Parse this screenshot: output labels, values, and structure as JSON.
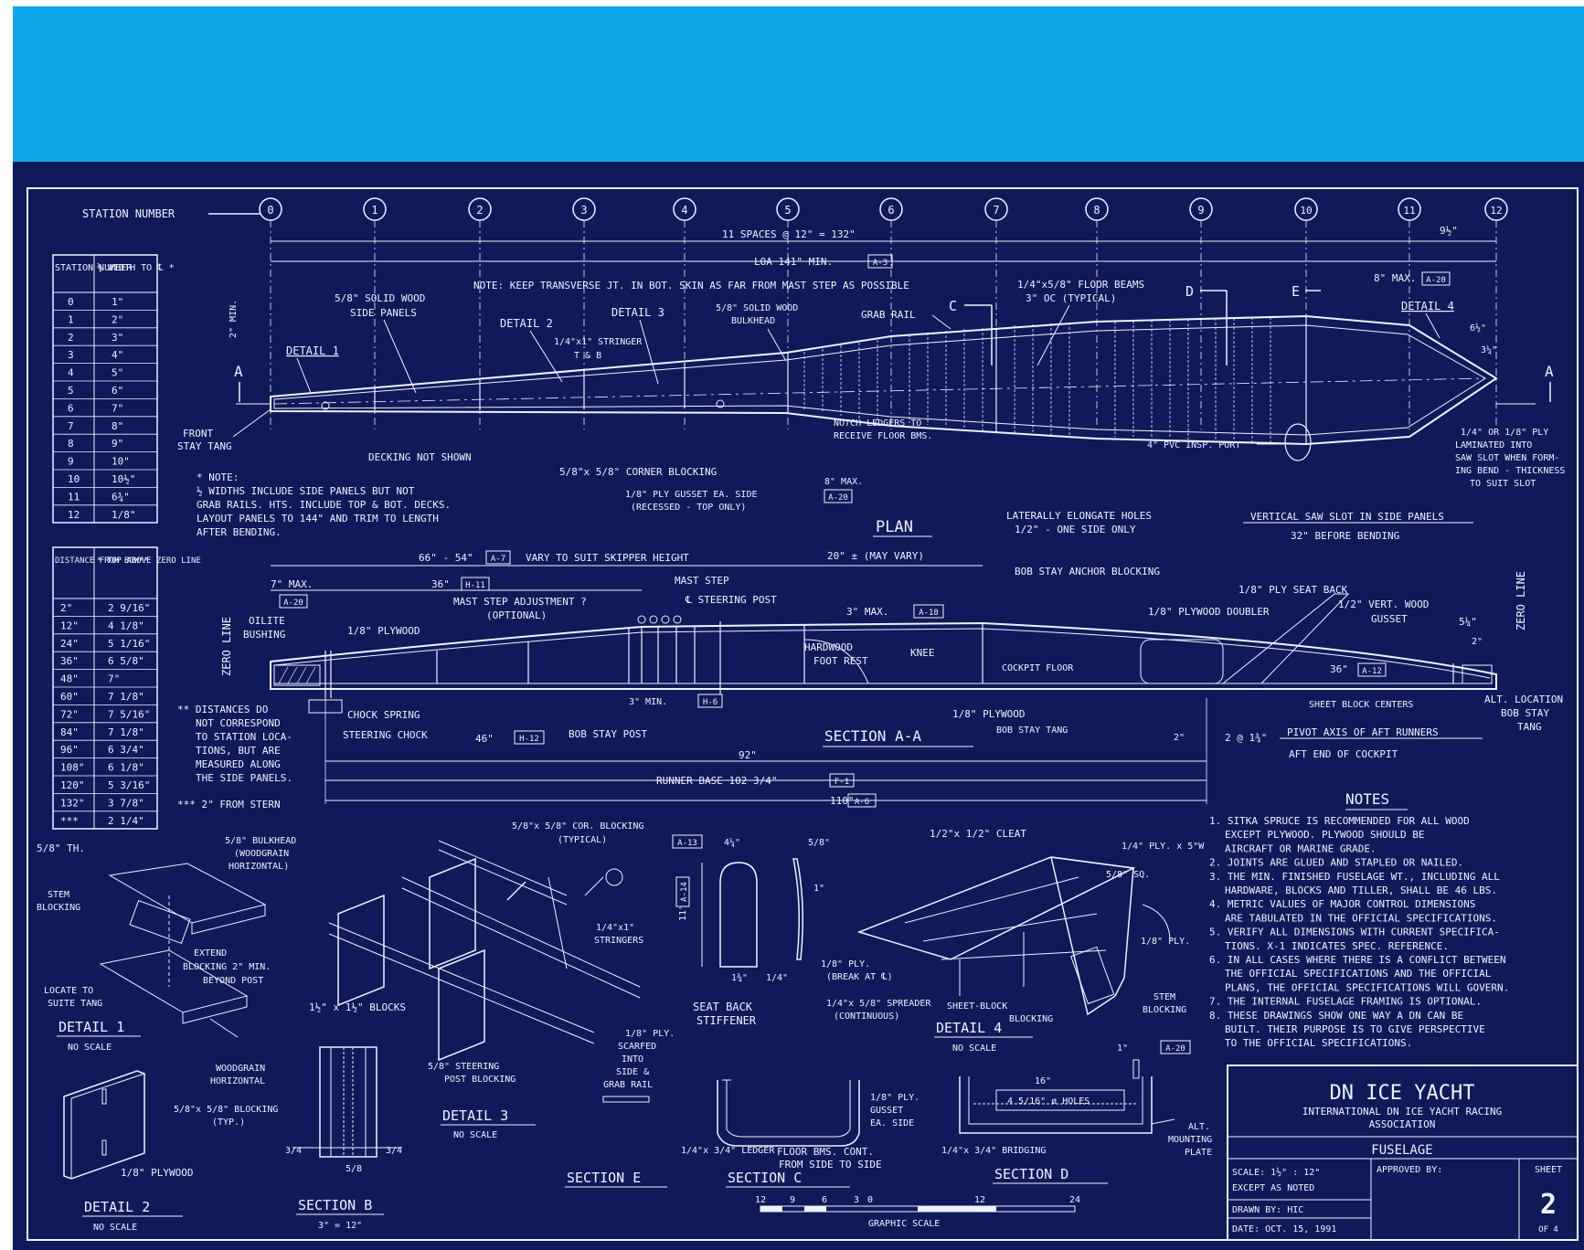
{
  "colors": {
    "banner": "#0ea6e8",
    "blueprint": "#0f1a5a",
    "ink": "#eef3ff"
  },
  "labels": {
    "station_number": "STATION NUMBER",
    "spaces": "11 SPACES @ 12\" = 132\"",
    "loa": "LOA  141\" MIN.",
    "loa_ref": "A-3",
    "nine_half": "9½\"",
    "two_min": "2\" MIN.",
    "transverse_note": "NOTE: KEEP TRANSVERSE JT. IN BOT. SKIN AS FAR FROM MAST STEP AS POSSIBLE",
    "solid_side_1": "5/8\" SOLID WOOD",
    "solid_side_2": "SIDE PANELS",
    "detail_1_call": "DETAIL 1",
    "detail_2_call": "DETAIL 2",
    "detail_3_call": "DETAIL 3",
    "detail_4_call": "DETAIL 4",
    "stringer_1": "1/4\"x1\" STRINGER",
    "stringer_2": "T & B",
    "bulkhead_1": "5/8\" SOLID WOOD",
    "bulkhead_2": "BULKHEAD",
    "grab_rail": "GRAB RAIL",
    "floor_beams_1": "1/4\"x5/8\" FLOOR BEAMS",
    "floor_beams_2": "3\" OC (TYPICAL)",
    "section_c": "C",
    "section_d": "D",
    "section_e": "E",
    "eight_max": "8\" MAX.",
    "eight_max_ref": "A-20",
    "six_half": "6½\"",
    "three_quarter": "3¼\"",
    "a_left": "A",
    "a_right": "A",
    "front_stay_1": "FRONT",
    "front_stay_2": "STAY TANG",
    "decking_not_shown": "DECKING NOT SHOWN",
    "notch_1": "NOTCH LEDGERS TO",
    "notch_2": "RECEIVE FLOOR BMS.",
    "pvc_port": "4\" PVC INSP. PORT",
    "ply_laminated_1": "1/4\" OR 1/8\" PLY",
    "ply_laminated_2": "LAMINATED INTO",
    "ply_laminated_3": "SAW SLOT WHEN FORM-",
    "ply_laminated_4": "ING BEND - THICKNESS",
    "ply_laminated_5": "TO SUIT SLOT",
    "corner_blocking": "5/8\"x 5/8\" CORNER BLOCKING",
    "gusset_1": "1/8\" PLY GUSSET EA. SIDE",
    "gusset_2": "(RECESSED - TOP ONLY)",
    "eight_max_2": "8\" MAX.",
    "eight_max_2_ref": "A-20",
    "plan": "PLAN",
    "holes_1": "LATERALLY ELONGATE HOLES",
    "holes_2": "1/2\" - ONE SIDE ONLY",
    "saw_slot": "VERTICAL SAW SLOT IN SIDE PANELS",
    "before_bending": "32\" BEFORE BENDING",
    "widths_note_1": "* NOTE:",
    "widths_note_2": "½ WIDTHS INCLUDE SIDE PANELS BUT NOT",
    "widths_note_3": "GRAB RAILS.  HTS. INCLUDE TOP & BOT. DECKS.",
    "widths_note_4": "LAYOUT PANELS TO 144\" AND TRIM TO LENGTH",
    "widths_note_5": "AFTER BENDING.",
    "dim_66": "66\" - 54\"",
    "dim_66_ref": "A-7",
    "vary_skipper": "VARY TO SUIT SKIPPER HEIGHT",
    "dim_20": "20\" ± (MAY VARY)",
    "bob_anchor": "BOB STAY ANCHOR BLOCKING",
    "seven_max": "7\" MAX.",
    "seven_max_ref": "A-20",
    "thirty_six": "36\"",
    "thirty_six_ref": "H-11",
    "mast_step": "MAST STEP",
    "mast_adj_1": "MAST STEP ADJUSTMENT ?",
    "mast_adj_2": "(OPTIONAL)",
    "steering_post": "℄ STEERING POST",
    "three_max": "3\" MAX.",
    "three_max_ref": "A-18",
    "ply_seat_back": "1/8\" PLY SEAT BACK",
    "ply_doubler": "1/8\" PLYWOOD DOUBLER",
    "vert_gusset_1": "1/2\" VERT. WOOD",
    "vert_gusset_2": "GUSSET",
    "five_quarter": "5¼\"",
    "zero_line_l": "ZERO LINE",
    "zero_line_r": "ZERO LINE",
    "oilite_1": "OILITE",
    "oilite_2": "BUSHING",
    "plywood_eighth": "1/8\" PLYWOOD",
    "hardwood_1": "HARDWOOD",
    "hardwood_2": "FOOT REST",
    "knee": "KNEE",
    "cockpit_floor": "COCKPIT FLOOR",
    "thirty_six_b": "36\"",
    "thirty_six_b_ref": "A-12",
    "three_min": "3\" MIN.",
    "three_min_ref": "H-6",
    "sheet_block_centers": "SHEET BLOCK CENTERS",
    "alt_location_1": "ALT. LOCATION",
    "alt_location_2": "BOB STAY",
    "alt_location_3": "TANG",
    "chock_spring": "CHOCK SPRING",
    "steering_chock": "STEERING CHOCK",
    "fortysix": "46\"",
    "fortysix_ref": "H-12",
    "bob_stay_post": "BOB STAY POST",
    "section_aa": "SECTION   A-A",
    "plywood_eighth_2": "1/8\" PLYWOOD",
    "bob_stay_tang": "BOB STAY TANG",
    "two_in": "2\"",
    "two_at": "2 @ 1¾\"",
    "pivot_axis": "PIVOT AXIS OF AFT RUNNERS",
    "aft_end": "AFT END OF COCKPIT",
    "ninety_two": "92\"",
    "runner_base": "RUNNER BASE 102 3/4\"",
    "runner_base_ref": "F-1",
    "one_ten": "110\"",
    "one_ten_ref": "A-6",
    "distances_1": "** DISTANCES DO",
    "distances_2": "NOT CORRESPOND",
    "distances_3": "TO STATION LOCA-",
    "distances_4": "TIONS, BUT ARE",
    "distances_5": "MEASURED ALONG",
    "distances_6": "THE SIDE PANELS.",
    "distances_7": "*** 2\" FROM STERN",
    "d1_5_8": "5/8\" TH.",
    "d1_stem": "STEM",
    "d1_blocking": "BLOCKING",
    "d1_extend_1": "EXTEND",
    "d1_extend_2": "BLOCKING  2\" MIN.",
    "d1_extend_3": "BEYOND POST",
    "d1_locate_1": "LOCATE TO",
    "d1_locate_2": "SUITE TANG",
    "d1_title": "DETAIL 1",
    "d1_noscale": "NO SCALE",
    "d2_blocking_1": "5/8\"x 5/8\" BLOCKING",
    "d2_blocking_2": "(TYP.)",
    "d2_plywood": "1/8\" PLYWOOD",
    "d2_title": "DETAIL  2",
    "d2_noscale": "NO SCALE",
    "sb_bulkhead_1": "5/8\" BULKHEAD",
    "sb_bulkhead_2": "(WOODGRAIN",
    "sb_bulkhead_3": "HORIZONTAL)",
    "sb_blocks": "1½\" x 1½\" BLOCKS",
    "sb_woodgrain_1": "WOODGRAIN",
    "sb_woodgrain_2": "HORIZONTAL",
    "sb_3_4_l": "3/4",
    "sb_5_8": "5/8",
    "sb_3_4_r": "3/4",
    "sb_title": "SECTION  B",
    "sb_scale": "3\" = 12\"",
    "d3_cor_1": "5/8\"x 5/8\" COR. BLOCKING",
    "d3_cor_2": "(TYPICAL)",
    "d3_stringers_1": "1/4\"x1\"",
    "d3_stringers_2": "STRINGERS",
    "d3_steering_1": "5/8\" STEERING",
    "d3_steering_2": "POST BLOCKING",
    "d3_title": "DETAIL  3",
    "d3_noscale": "NO SCALE",
    "d3_ply_1": "1/8\" PLY.",
    "d3_ply_2": "SCARFED",
    "d3_ply_3": "INTO",
    "d3_ply_4": "SIDE &",
    "d3_ply_5": "GRAB RAIL",
    "se_a13": "A-13",
    "se_41_4": "4¼\"",
    "se_5_8": "5/8\"",
    "se_a14": "A-14",
    "se_11": "11\"",
    "se_1": "1\"",
    "se_1_3_4": "1¾\"",
    "se_1_4": "1/4\"",
    "se_seat_back_1": "SEAT  BACK",
    "se_seat_back_2": "STIFFENER",
    "se_title": "SECTION  E",
    "sc_ledger": "1/4\"x 3/4\" LEDGER",
    "sc_floor_1": "FLOOR BMS. CONT.",
    "sc_floor_2": "FROM SIDE TO SIDE",
    "sc_gusset_1": "1/8\" PLY.",
    "sc_gusset_2": "GUSSET",
    "sc_gusset_3": "EA. SIDE",
    "sc_title": "SECTION  C",
    "scale_ticks": [
      "12",
      "9",
      "6",
      "3",
      "0",
      "12",
      "24"
    ],
    "graphic_scale": "GRAPHIC  SCALE",
    "d4_cleat": "1/2\"x 1/2\" CLEAT",
    "d4_ply_5w": "1/4\" PLY. x 5\"W",
    "d4_5_8_sq": "5/8\" SQ.",
    "d4_1_8_ply": "1/8\" PLY.",
    "d4_ply_break_1": "1/8\" PLY.",
    "d4_ply_break_2": "(BREAK AT ℄)",
    "d4_spreader_1": "1/4\"x 5/8\" SPREADER",
    "d4_spreader_2": "(CONTINUOUS)",
    "d4_sheet_block": "SHEET-BLOCK",
    "d4_blocking": "BLOCKING",
    "d4_stem_1": "STEM",
    "d4_stem_2": "BLOCKING",
    "d4_title": "DETAIL  4",
    "d4_noscale": "NO SCALE",
    "sd_16": "16\"",
    "sd_holes": "4 5/16\" ø HOLES",
    "sd_1": "1\"",
    "sd_ref": "A-20",
    "sd_bridging": "1/4\"x 3/4\" BRIDGING",
    "sd_alt_1": "ALT.",
    "sd_alt_2": "MOUNTING",
    "sd_alt_3": "PLATE",
    "sd_title": "SECTION  D"
  },
  "station_numbers": [
    "0",
    "1",
    "2",
    "3",
    "4",
    "5",
    "6",
    "7",
    "8",
    "9",
    "10",
    "11",
    "12"
  ],
  "width_table": {
    "header": [
      "STATION NUMBER",
      "½ WIDTH TO ℄ *"
    ],
    "rows": [
      [
        "0",
        "1\""
      ],
      [
        "1",
        "2\""
      ],
      [
        "2",
        "3\""
      ],
      [
        "3",
        "4\""
      ],
      [
        "4",
        "5\""
      ],
      [
        "5",
        "6\""
      ],
      [
        "6",
        "7\""
      ],
      [
        "7",
        "8\""
      ],
      [
        "8",
        "9\""
      ],
      [
        "9",
        "10\""
      ],
      [
        "10",
        "10½\""
      ],
      [
        "11",
        "6¾\""
      ],
      [
        "12",
        "1/8\""
      ]
    ]
  },
  "height_table": {
    "header": [
      "DISTANCE FROM BOW**",
      "* TOP ABOVE ZERO LINE"
    ],
    "rows": [
      [
        "2\"",
        "2 9/16\""
      ],
      [
        "12\"",
        "4 1/8\""
      ],
      [
        "24\"",
        "5 1/16\""
      ],
      [
        "36\"",
        "6 5/8\""
      ],
      [
        "48\"",
        "7\""
      ],
      [
        "60\"",
        "7 1/8\""
      ],
      [
        "72\"",
        "7 5/16\""
      ],
      [
        "84\"",
        "7 1/8\""
      ],
      [
        "96\"",
        "6 3/4\""
      ],
      [
        "108\"",
        "6 1/8\""
      ],
      [
        "120\"",
        "5 3/16\""
      ],
      [
        "132\"",
        "3 7/8\""
      ],
      [
        "***",
        "2 1/4\""
      ]
    ]
  },
  "notes": {
    "title": "NOTES",
    "lines": [
      "1. SITKA SPRUCE IS RECOMMENDED FOR ALL WOOD",
      "   EXCEPT PLYWOOD.  PLYWOOD SHOULD BE",
      "   AIRCRAFT  OR MARINE GRADE.",
      "2. JOINTS ARE GLUED AND STAPLED OR NAILED.",
      "3. THE MIN. FINISHED FUSELAGE WT., INCLUDING ALL",
      "   HARDWARE, BLOCKS AND TILLER, SHALL BE 46 LBS.",
      "4. METRIC VALUES OF MAJOR CONTROL DIMENSIONS",
      "   ARE TABULATED IN THE OFFICIAL SPECIFICATIONS.",
      "5. VERIFY ALL DIMENSIONS WITH CURRENT SPECIFICA-",
      "   TIONS.  X-1  INDICATES SPEC. REFERENCE.",
      "6. IN ALL CASES  WHERE THERE IS A CONFLICT BETWEEN",
      "   THE OFFICIAL SPECIFICATIONS AND THE OFFICIAL",
      "   PLANS, THE OFFICIAL SPECIFICATIONS WILL GOVERN.",
      "7. THE INTERNAL FUSELAGE FRAMING IS OPTIONAL.",
      "8. THESE DRAWINGS SHOW ONE WAY A DN CAN BE",
      "   BUILT.  THEIR PURPOSE IS TO GIVE PERSPECTIVE",
      "   TO THE OFFICIAL  SPECIFICATIONS."
    ]
  },
  "title_block": {
    "title": "DN   ICE   YACHT",
    "org_1": "INTERNATIONAL   DN   ICE  YACHT   RACING",
    "org_2": "ASSOCIATION",
    "drawing": "FUSELAGE",
    "scale_1": "SCALE: 1½\" : 12\"",
    "scale_2": "EXCEPT  AS  NOTED",
    "drawn_by": "DRAWN BY: HIC",
    "date": "DATE: OCT. 15, 1991",
    "approved_by": "APPROVED BY:",
    "sheet_label": "SHEET",
    "sheet_number": "2",
    "sheet_of": "OF  4"
  }
}
